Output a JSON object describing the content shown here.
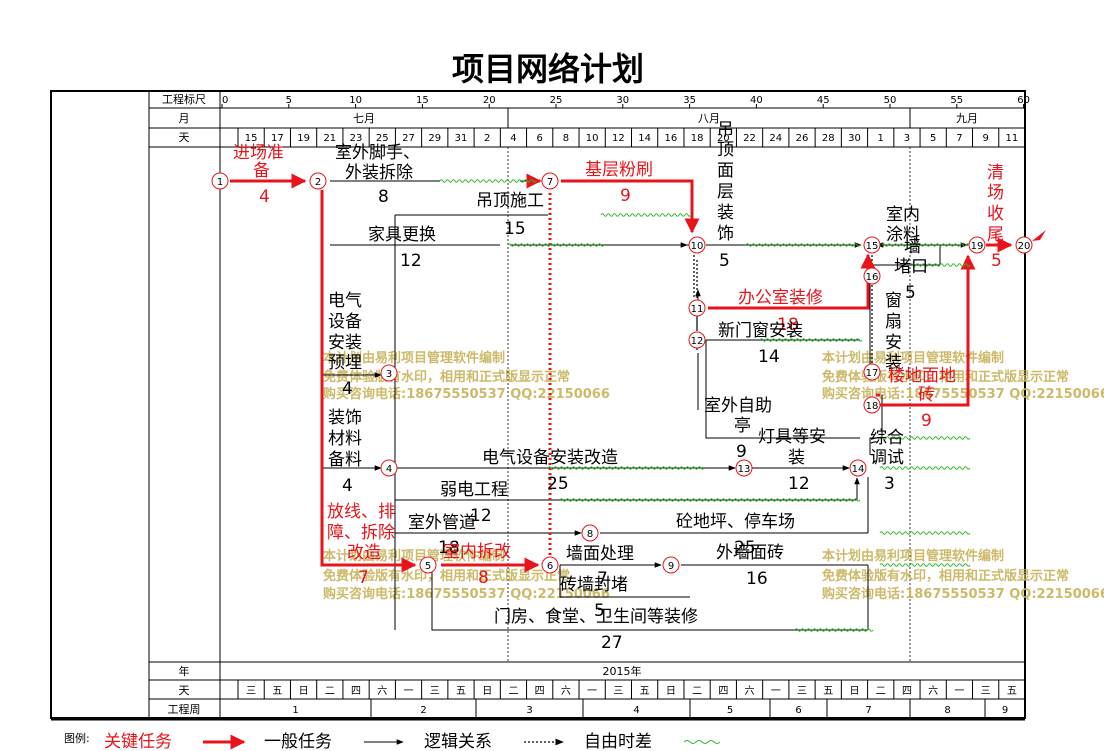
{
  "title": "项目网络计划",
  "header_labels": {
    "scale": "工程标尺",
    "month": "月",
    "day": "天"
  },
  "footer_labels": {
    "year": "年",
    "day": "天",
    "week": "工程周"
  },
  "year_value": "2015年",
  "scale_ticks": [
    "0",
    "5",
    "10",
    "15",
    "20",
    "25",
    "30",
    "35",
    "40",
    "45",
    "50",
    "55",
    "60"
  ],
  "months": [
    "七月",
    "八月",
    "九月"
  ],
  "days": [
    "15",
    "17",
    "19",
    "21",
    "23",
    "25",
    "27",
    "29",
    "31",
    "2",
    "4",
    "6",
    "8",
    "10",
    "12",
    "14",
    "16",
    "18",
    "20",
    "22",
    "24",
    "26",
    "28",
    "30",
    "1",
    "3",
    "5",
    "7",
    "9",
    "11"
  ],
  "weekdays": [
    "三",
    "五",
    "日",
    "二",
    "四",
    "六",
    "一",
    "三",
    "五",
    "日",
    "二",
    "四",
    "六",
    "一",
    "三",
    "五",
    "日",
    "二",
    "四",
    "六",
    "一",
    "三",
    "五",
    "日",
    "二",
    "四",
    "六",
    "一",
    "三",
    "五"
  ],
  "weeks": [
    "1",
    "2",
    "3",
    "4",
    "5",
    "6",
    "7",
    "8",
    "9"
  ],
  "nodes": [
    "1",
    "2",
    "3",
    "4",
    "5",
    "6",
    "7",
    "8",
    "9",
    "10",
    "11",
    "12",
    "13",
    "14",
    "15",
    "16",
    "17",
    "18",
    "19",
    "20"
  ],
  "tasks": [
    {
      "name": "进场准备",
      "lines": [
        "进场准",
        "备"
      ],
      "duration": "4",
      "critical": true
    },
    {
      "name": "室外脚手、外装拆除",
      "lines": [
        "室外脚手、",
        "外装拆除"
      ],
      "duration": "8",
      "critical": false
    },
    {
      "name": "基层粉刷",
      "lines": [
        "基层粉刷"
      ],
      "duration": "9",
      "critical": true
    },
    {
      "name": "吊顶施工",
      "lines": [
        "吊顶施工"
      ],
      "duration": "15",
      "critical": false
    },
    {
      "name": "家具更换",
      "lines": [
        "家具更换"
      ],
      "duration": "12",
      "critical": false
    },
    {
      "name": "吊顶面层装饰",
      "lines": [
        "吊",
        "顶",
        "面",
        "层",
        "装",
        "饰"
      ],
      "duration": "5",
      "critical": false
    },
    {
      "name": "室内涂料",
      "lines": [
        "室内",
        "涂料"
      ],
      "duration": "",
      "critical": false
    },
    {
      "name": "墙面堵口",
      "lines": [
        "墙",
        "堵口"
      ],
      "duration": "5",
      "critical": false
    },
    {
      "name": "清场收尾",
      "lines": [
        "清",
        "场",
        "收",
        "尾"
      ],
      "duration": "5",
      "critical": true
    },
    {
      "name": "办公室装修",
      "lines": [
        "办公室装修"
      ],
      "duration": "18",
      "critical": true
    },
    {
      "name": "新门窗安装",
      "lines": [
        "新门窗安装"
      ],
      "duration": "14",
      "critical": false
    },
    {
      "name": "窗扇安装",
      "lines": [
        "窗",
        "扇",
        "安",
        "装"
      ],
      "duration": "",
      "critical": false
    },
    {
      "name": "楼地面地砖",
      "lines": [
        "楼地面地",
        "砖"
      ],
      "duration": "9",
      "critical": true
    },
    {
      "name": "电气设备安装预埋",
      "lines": [
        "电气",
        "设备",
        "安装",
        "预埋"
      ],
      "duration": "4",
      "critical": false
    },
    {
      "name": "装饰材料备料",
      "lines": [
        "装饰",
        "材料",
        "备料"
      ],
      "duration": "4",
      "critical": false
    },
    {
      "name": "室外自助亭",
      "lines": [
        "室外自助",
        "亭"
      ],
      "duration": "9",
      "critical": false
    },
    {
      "name": "灯具等安装",
      "lines": [
        "灯具等安",
        "装"
      ],
      "duration": "12",
      "critical": false
    },
    {
      "name": "综合调试",
      "lines": [
        "综合",
        "调试"
      ],
      "duration": "3",
      "critical": false
    },
    {
      "name": "电气设备安装改造",
      "lines": [
        "电气设备安装改造"
      ],
      "duration": "25",
      "critical": false
    },
    {
      "name": "弱电工程",
      "lines": [
        "弱电工程"
      ],
      "duration": "12",
      "critical": false
    },
    {
      "name": "室外管道",
      "lines": [
        "室外管道"
      ],
      "duration": "18",
      "critical": false
    },
    {
      "name": "砼地坪、停车场",
      "lines": [
        "砼地坪、停车场"
      ],
      "duration": "25",
      "critical": false
    },
    {
      "name": "放线、排障、拆除改造",
      "lines": [
        "放线、排",
        "障、拆除",
        "改造"
      ],
      "duration": "7",
      "critical": true
    },
    {
      "name": "室内拆改",
      "lines": [
        "室内拆改"
      ],
      "duration": "8",
      "critical": true
    },
    {
      "name": "墙面处理",
      "lines": [
        "墙面处理"
      ],
      "duration": "7",
      "critical": false
    },
    {
      "name": "砖墙封堵",
      "lines": [
        "砖墙封堵"
      ],
      "duration": "5",
      "critical": false
    },
    {
      "name": "外墙面砖",
      "lines": [
        "外墙面砖"
      ],
      "duration": "16",
      "critical": false
    },
    {
      "name": "门房、食堂、卫生间等装修",
      "lines": [
        "门房、食堂、卫生间等装修"
      ],
      "duration": "27",
      "critical": false
    }
  ],
  "watermark": [
    "本计划由易利项目管理软件编制",
    "免费体验版有水印，相用和正式版显示正常",
    "购买咨询电话:18675550537 QQ:22150066"
  ],
  "legend": {
    "label": "图例:",
    "critical": "关键任务",
    "normal": "一般任务",
    "logic": "逻辑关系",
    "float": "自由时差"
  },
  "colors": {
    "critical": "#e8141b",
    "normal": "#000000",
    "float": "#2fb82f",
    "watermark": "#c7b25a"
  }
}
